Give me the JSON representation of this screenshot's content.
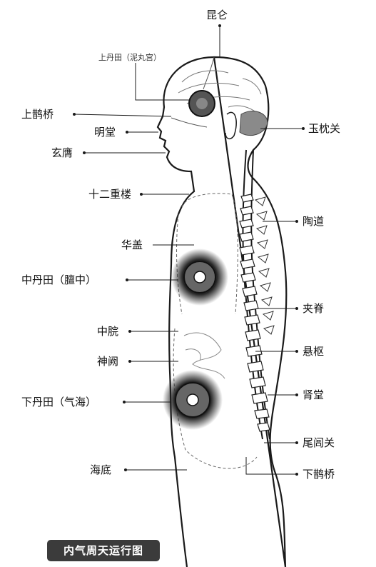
{
  "title": "内气周天运行图",
  "labels": {
    "kunlun": "昆仑",
    "upper_dantian": "上丹田（泥丸宫）",
    "upper_queqiao": "上鹊桥",
    "mingtang": "明堂",
    "xuanying": "玄膺",
    "yuzhenguan": "玉枕关",
    "shierchonglou": "十二重楼",
    "taodao": "陶道",
    "huagai": "华盖",
    "middle_dantian": "中丹田（膻中）",
    "jiaji": "夹脊",
    "zhongwan": "中脘",
    "shenque": "神阙",
    "xuanshu": "悬枢",
    "lower_dantian": "下丹田（气海）",
    "shentang": "肾堂",
    "weilvguan": "尾闾关",
    "haidi": "海底",
    "lower_queqiao": "下鹊桥"
  },
  "colors": {
    "outline": "#1a1a1a",
    "label_text": "#111111",
    "badge_bg": "#3b3b3b",
    "badge_text": "#ffffff",
    "dantian_dark": "#2a2a2a",
    "dantian_mid": "#7a7a7a"
  }
}
